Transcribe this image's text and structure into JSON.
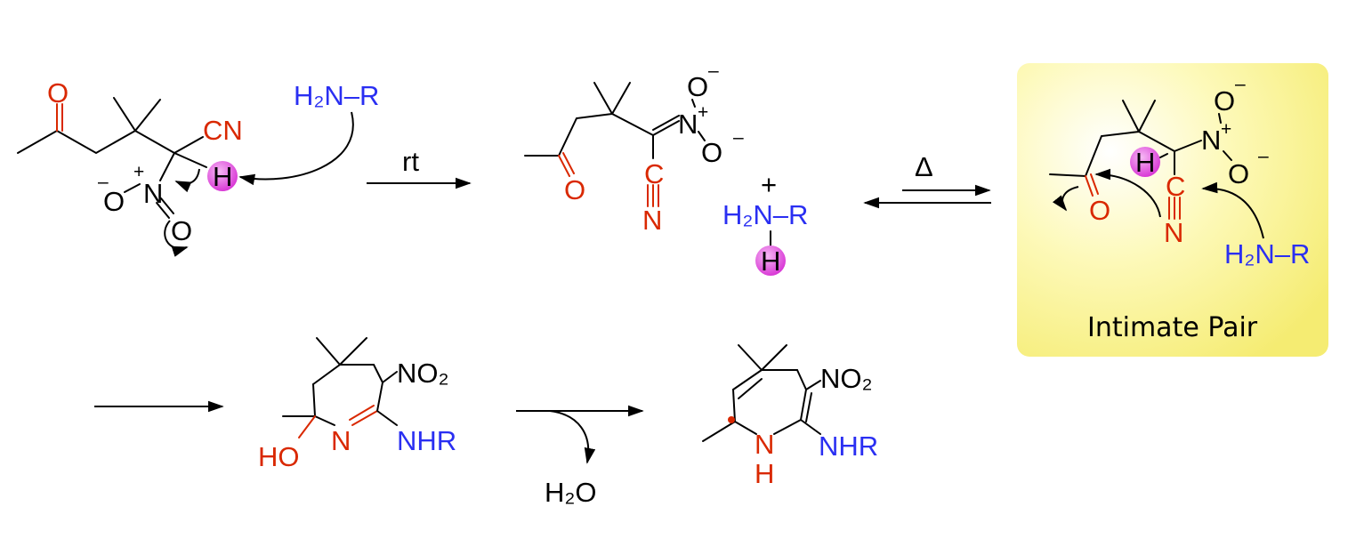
{
  "reagents": {
    "amine": "H₂N–R",
    "protonated_amine": "H₂N–R",
    "plus_sign": "+",
    "proton": "H",
    "water": "H₂O"
  },
  "conditions": {
    "step1": "rt",
    "step2": "Δ"
  },
  "atoms": {
    "oxygen": "O",
    "nitrogen": "N",
    "carbon": "C",
    "hydrogen": "H",
    "cyano": "CN",
    "nitro": "NO₂",
    "hydroxyl": "HO",
    "amino": "NHR",
    "plus": "+",
    "minus": "–"
  },
  "highlight_box": {
    "label": "Intimate Pair",
    "color": "#fbf59a"
  },
  "colors": {
    "oxygen_red": "#d92800",
    "amine_blue": "#2a2ff2",
    "proton_magenta": "#e84de6"
  }
}
